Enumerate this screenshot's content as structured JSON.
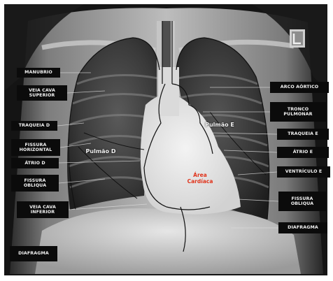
{
  "labels_left": [
    "MANUBRIO",
    "VEIA CAVA\nSUPERIOR",
    "TRAQUEIA D",
    "FISSURA\nHORIZONTAL",
    "ÁTRIO D",
    "FISSURA\nOBLIQUA",
    "VEIA CAVA\nINFERIOR",
    "DIAFRAGMA"
  ],
  "labels_right": [
    "ARCO AÓRTICO",
    "TRONCO\nPULMONAR",
    "TRAQUEIA E",
    "ÁTRIO E",
    "VENTRÍCULO E",
    "FISSURA\nOBLIQUA",
    "DIAFRAGMA"
  ],
  "lung_left": "Pulmão D",
  "lung_right": "Pulmão E",
  "heart_area": "Área\nCardíaca",
  "colors": {
    "label_bg": "#0b0b0b",
    "label_text": "#f2f2f2",
    "heart_text": "#e0341c"
  }
}
